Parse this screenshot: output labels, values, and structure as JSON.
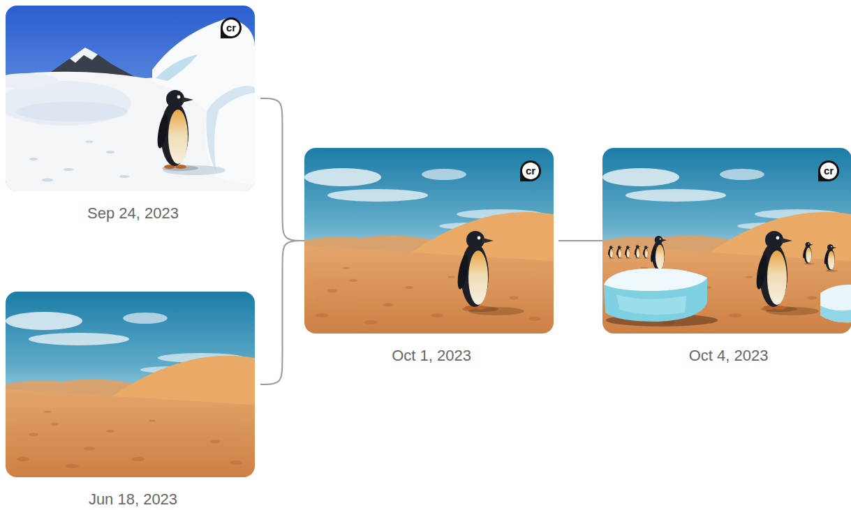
{
  "diagram": {
    "nodes": [
      {
        "text": [
          "Sep 24, 2023"
        ]
      },
      {
        "text": [
          "Jun 18, 2023"
        ]
      },
      {
        "text": [
          "Oct 1, 2023"
        ]
      },
      {
        "text": [
          "Oct 4, 2023"
        ]
      }
    ],
    "edges": [
      {
        "from": 0,
        "to": 2,
        "arrow": "none"
      },
      {
        "from": 1,
        "to": 2,
        "arrow": "none"
      },
      {
        "from": 2,
        "to": 3,
        "arrow": "none"
      }
    ],
    "labels": [
      "cr",
      "cr",
      "cr"
    ]
  }
}
